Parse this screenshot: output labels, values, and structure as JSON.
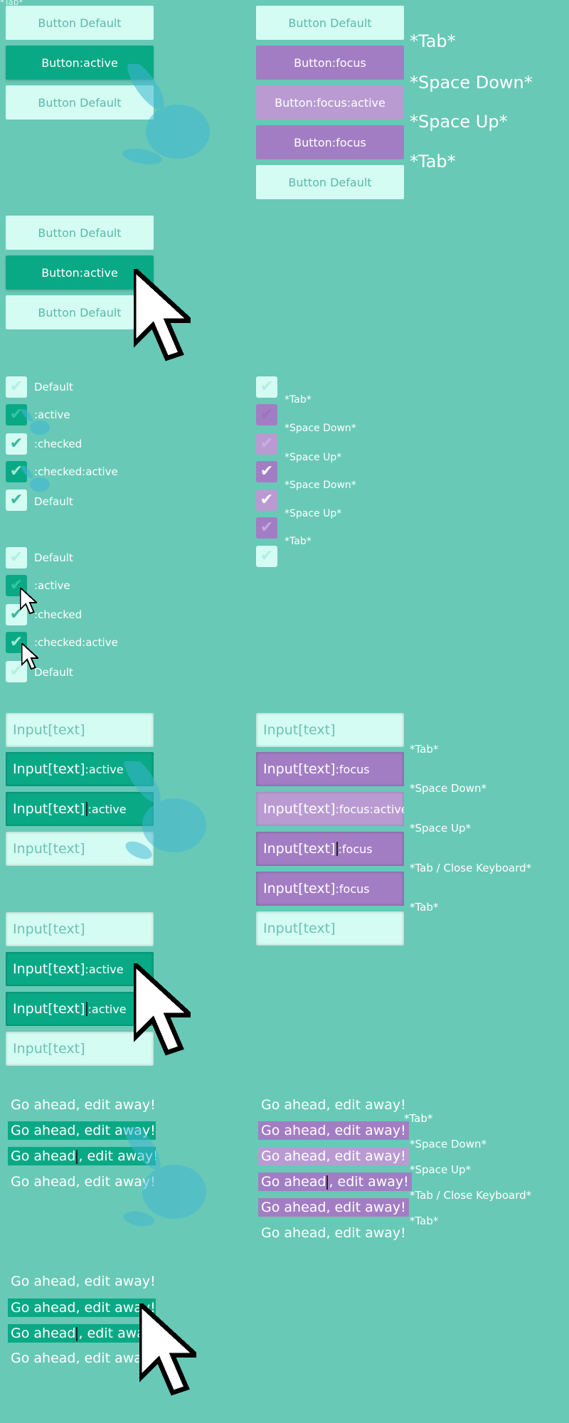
{
  "corner_label": "*Tab*",
  "buttons": {
    "default": "Button Default",
    "active": "Button:active",
    "focus": "Button:focus",
    "focus_active": "Button:focus:active"
  },
  "keys": {
    "tab": "*Tab*",
    "space_down": "*Space Down*",
    "space_up": "*Space Up*",
    "tab_close": "*Tab / Close Keyboard*"
  },
  "checkbox_labels": {
    "default": "Default",
    "active": ":active",
    "checked": ":checked",
    "checked_active": ":checked:active"
  },
  "inputs": {
    "placeholder": "Input[text]",
    "value": "Input[text]",
    "active_suffix": ":active",
    "focus_suffix": ":focus",
    "focus_active_suffix": ":focus:active"
  },
  "editable": {
    "text": "Go ahead, edit away!",
    "first": "Go ahead",
    "rest": ", edit away!",
    "clip_text": "Go ahead, edit awa",
    "clip_first": "Go ahead",
    "clip_rest": ", edit awa",
    "clip_text2": "Go ahead, edit away",
    "clip_rest2": ", edit away"
  },
  "icons": {
    "checkmark": "✔",
    "hand_cursor": "hand-pointer-icon",
    "arrow_cursor": "arrow-cursor-icon"
  },
  "colors": {
    "background": "#68c9b6",
    "default_fill": "#d4fcf3",
    "active_fill": "#0aa986",
    "focus_fill": "#a37dc4",
    "focus_active_fill": "#b99bd2"
  }
}
